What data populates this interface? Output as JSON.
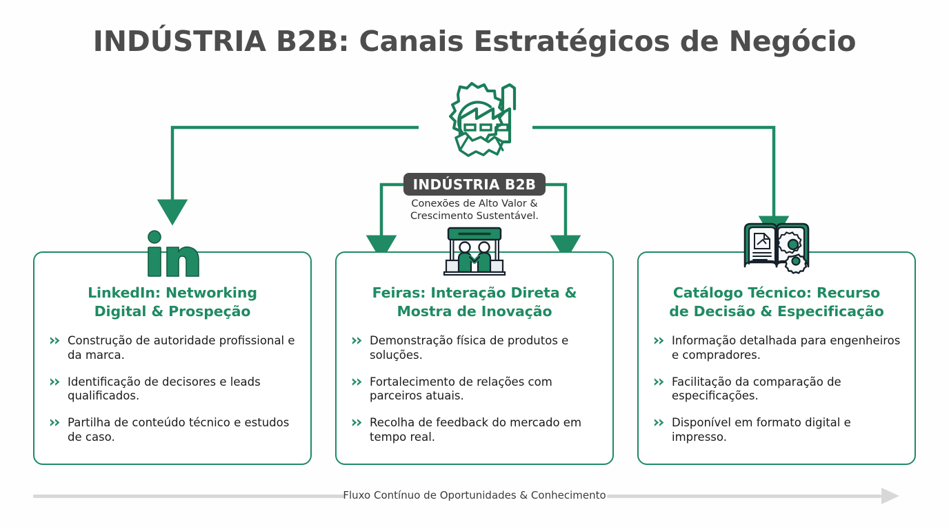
{
  "page": {
    "title": "INDÚSTRIA B2B: Canais Estratégicos de Negócio",
    "background_color": "#fefefe",
    "accent_color": "#1f8a63",
    "title_color": "#4d4d4d",
    "badge_color": "#4a4a4a",
    "footer_line_color": "#d8d8d8"
  },
  "hero": {
    "icon": "gear-factory-handshake-icon"
  },
  "badge": {
    "label": "INDÚSTRIA B2B",
    "subtitle": "Conexões de Alto Valor &\nCrescimento Sustentável.",
    "subtitle_line1": "Conexões de Alto Valor &",
    "subtitle_line2": "Crescimento Sustentável."
  },
  "cards": [
    {
      "id": "linkedin",
      "icon": "linkedin-icon",
      "title": "LinkedIn: Networking Digital & Prospeção",
      "title_line1": "LinkedIn: Networking",
      "title_line2": "Digital & Prospeção",
      "bullets": [
        "Construção de autoridade profissional e da marca.",
        "Identificação de decisores e leads qualificados.",
        "Partilha de conteúdo técnico e estudos de caso."
      ]
    },
    {
      "id": "feiras",
      "icon": "trade-fair-booth-icon",
      "title": "Feiras: Interação Direta & Mostra de Inovação",
      "title_line1": "Feiras: Interação Direta &",
      "title_line2": "Mostra de Inovação",
      "bullets": [
        "Demonstração física de produtos e soluções.",
        "Fortalecimento de relações com parceiros atuais.",
        "Recolha de feedback do mercado em tempo real."
      ]
    },
    {
      "id": "catalogo",
      "icon": "technical-catalog-book-icon",
      "title": "Catálogo Técnico: Recurso de Decisão & Especificação",
      "title_line1": "Catálogo Técnico: Recurso",
      "title_line2": "de Decisão & Especificação",
      "bullets": [
        "Informação detalhada para engenheiros e compradores.",
        "Facilitação da comparação de especificações.",
        "Disponível em formato digital e impresso."
      ]
    }
  ],
  "bullet_marker": "double-chevron-right-icon",
  "footer": {
    "label": "Fluxo Contínuo de Oportunidades & Conhecimento",
    "arrow": "flow-arrow-right-icon"
  }
}
